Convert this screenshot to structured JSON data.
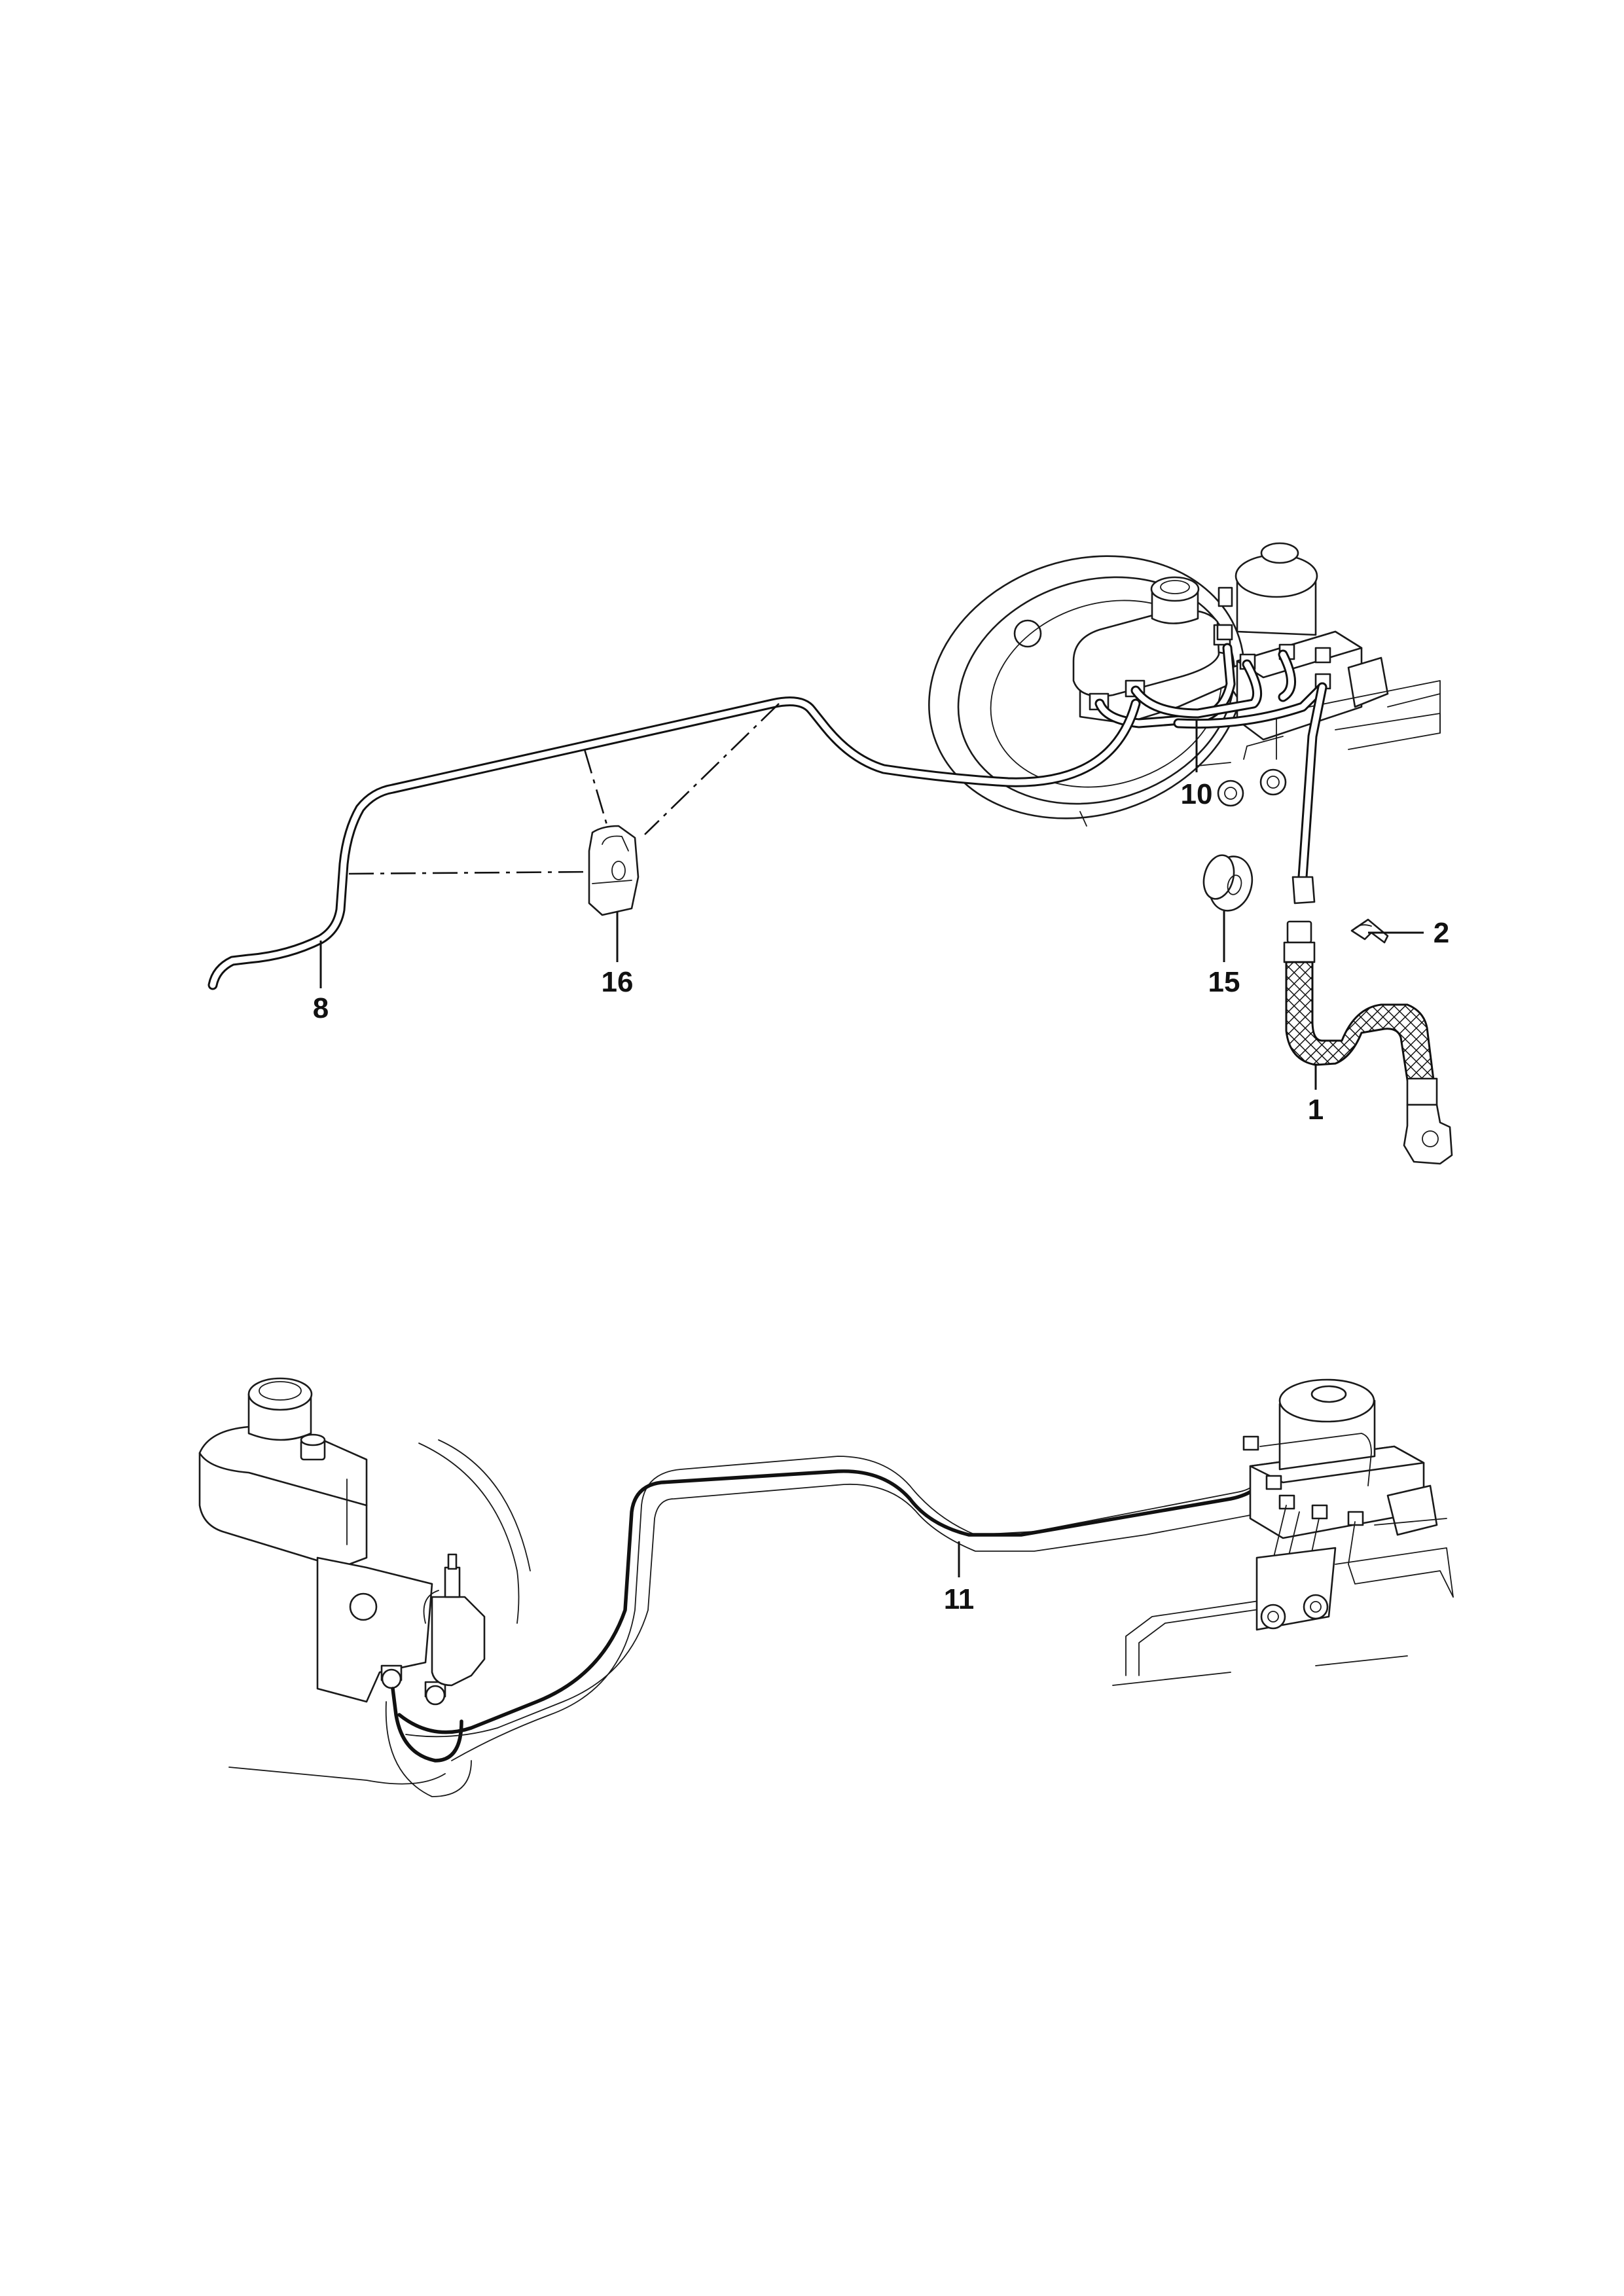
{
  "figure": {
    "callouts": [
      {
        "id": "part-1",
        "label": "1"
      },
      {
        "id": "part-2",
        "label": "2"
      },
      {
        "id": "part-8",
        "label": "8"
      },
      {
        "id": "part-10",
        "label": "10"
      },
      {
        "id": "part-11",
        "label": "11"
      },
      {
        "id": "part-15",
        "label": "15"
      },
      {
        "id": "part-16",
        "label": "16"
      }
    ]
  }
}
